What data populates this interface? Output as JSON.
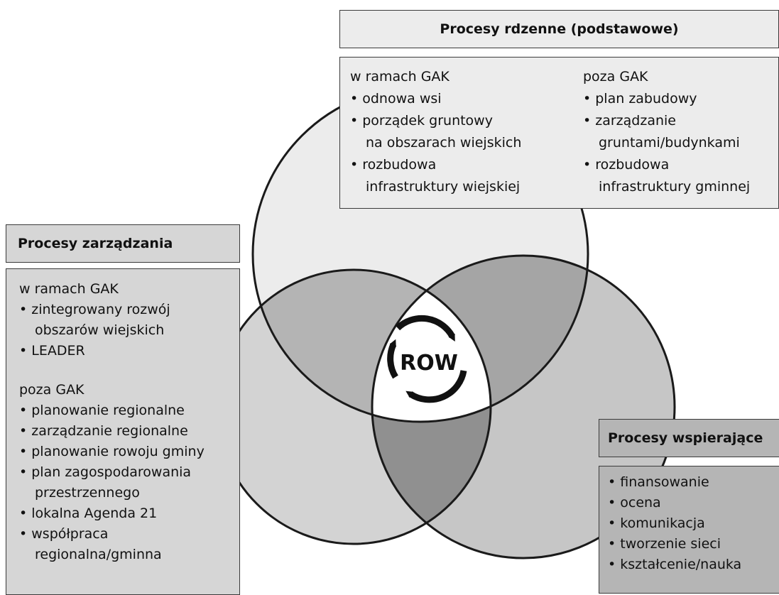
{
  "colors": {
    "top_circle": "#ececec",
    "left_circle": "#d3d3d3",
    "right_circle": "#c6c6c6",
    "overlap_top_left": "#b4b4b4",
    "overlap_top_right": "#a5a5a5",
    "overlap_bottom": "#909090",
    "center": "#ffffff",
    "outline": "#1a1a1a"
  },
  "center_label": "ROW",
  "core": {
    "title": "Procesy rdzenne (podstawowe)",
    "left": {
      "heading": "w ramach GAK",
      "items": [
        {
          "line": "odnowa wsi",
          "cont": null
        },
        {
          "line": "porządek gruntowy",
          "cont": "na obszarach wiejskich"
        },
        {
          "line": "rozbudowa",
          "cont": "infrastruktury wiejskiej"
        }
      ]
    },
    "right": {
      "heading": "poza GAK",
      "items": [
        {
          "line": "plan zabudowy",
          "cont": null
        },
        {
          "line": "zarządzanie",
          "cont": "gruntami/budynkami"
        },
        {
          "line": "rozbudowa",
          "cont": "infrastruktury gminnej"
        }
      ]
    }
  },
  "management": {
    "title": "Procesy zarządzania",
    "inside_heading": "w ramach GAK",
    "inside_items": [
      {
        "line": "zintegrowany rozwój",
        "cont": "obszarów wiejskich"
      },
      {
        "line": "LEADER",
        "cont": null
      }
    ],
    "outside_heading": "poza GAK",
    "outside_items": [
      {
        "line": "planowanie regionalne",
        "cont": null
      },
      {
        "line": "zarządzanie regionalne",
        "cont": null
      },
      {
        "line": "planowanie rowoju gminy",
        "cont": null
      },
      {
        "line": "plan zagospodarowania",
        "cont": "przestrzennego"
      },
      {
        "line": "lokalna Agenda 21",
        "cont": null
      },
      {
        "line": "współpraca",
        "cont": "regionalna/gminna"
      }
    ]
  },
  "support": {
    "title": "Procesy wspierające",
    "items": [
      "finansowanie",
      "ocena",
      "komunikacja",
      "tworzenie sieci",
      "kształcenie/nauka"
    ]
  }
}
